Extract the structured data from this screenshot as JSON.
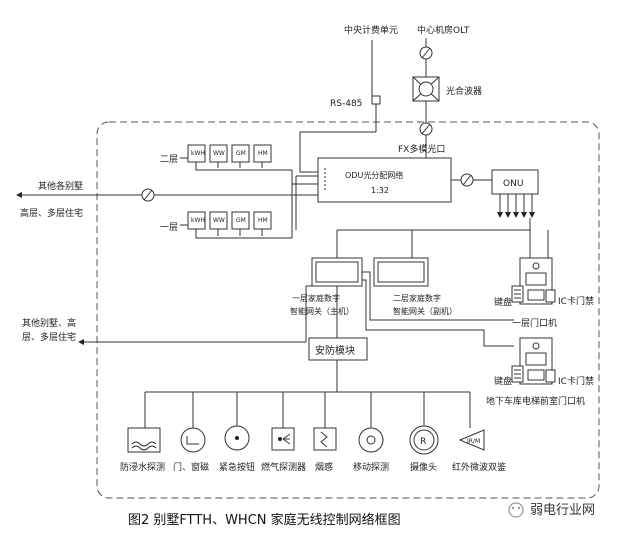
{
  "top": {
    "billing_unit": "中央计费单元",
    "olt": "中心机房OLT",
    "combiner": "光合波器",
    "rs485": "RS-485",
    "fx_port": "FX多模光口"
  },
  "floors": {
    "floor2": "二层",
    "floor1": "一层",
    "meters": [
      "kWH",
      "WW",
      "GM",
      "HM"
    ]
  },
  "odu": {
    "name": "ODU光分配网络",
    "ratio": "1:32"
  },
  "onu": "ONU",
  "left_links": {
    "villas_label": "其他各别墅",
    "highrise_label": "高层、多层住宅",
    "bottom_label_line1": "其他别墅、高",
    "bottom_label_line2": "层、多层住宅"
  },
  "gateways": {
    "main_line1": "一层家庭数字",
    "main_line2": "智能网关（主机）",
    "sub_line1": "二层家庭数字",
    "sub_line2": "智能网关（副机）"
  },
  "security": "安防模块",
  "entrances": {
    "keypad": "键盘",
    "ic_card": "IC卡门禁",
    "floor1_door": "一层门口机",
    "garage_door": "地下车库电梯前室门口机"
  },
  "sensors": {
    "flood": "防浸水探测",
    "door_window": "门、窗磁",
    "panic": "紧急按钮",
    "gas": "燃气探测器",
    "smoke": "烟感",
    "motion": "移动探测",
    "camera": "摄像头",
    "camera_symbol": "R",
    "pir": "红外微波双鉴",
    "pir_symbol": "IR/M"
  },
  "caption": "图2 别墅FTTH、WHCN 家庭无线控制网络框图",
  "watermark": "弱电行业网"
}
